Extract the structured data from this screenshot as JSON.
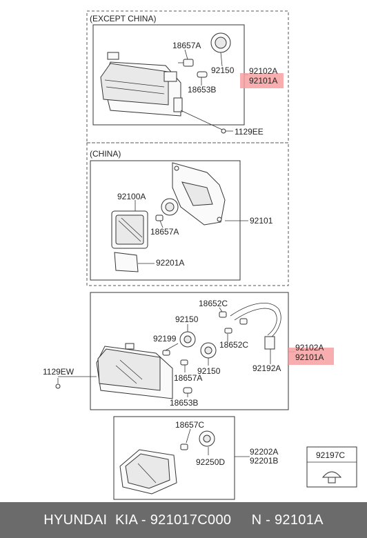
{
  "sections": {
    "except_china": "(EXCEPT CHINA)",
    "china": "(CHINA)"
  },
  "highlight_color": "#f7a0a0",
  "labels": {
    "s1_18657A": "18657A",
    "s1_92150": "92150",
    "s1_18653B": "18653B",
    "s1_92102A": "92102A",
    "s1_92101A": "92101A",
    "s1_1129EE": "1129EE",
    "s2_92100A": "92100A",
    "s2_18657A": "18657A",
    "s2_92101": "92101",
    "s2_92201A": "92201A",
    "s3_18652C_top": "18652C",
    "s3_92150_top": "92150",
    "s3_92199": "92199",
    "s3_18652C_mid": "18652C",
    "s3_92102A": "92102A",
    "s3_92101A": "92101A",
    "s3_92192A": "92192A",
    "s3_1129EW": "1129EW",
    "s3_18657A": "18657A",
    "s3_92150_bot": "92150",
    "s3_18653B": "18653B",
    "s4_18657C": "18657C",
    "s4_92250D": "92250D",
    "s4_92202A": "92202A",
    "s4_92201B": "92201B",
    "s5_92197C": "92197C"
  },
  "footer": {
    "text": "HYUNDAI  KIA - 921017C000     N - 92101A"
  }
}
